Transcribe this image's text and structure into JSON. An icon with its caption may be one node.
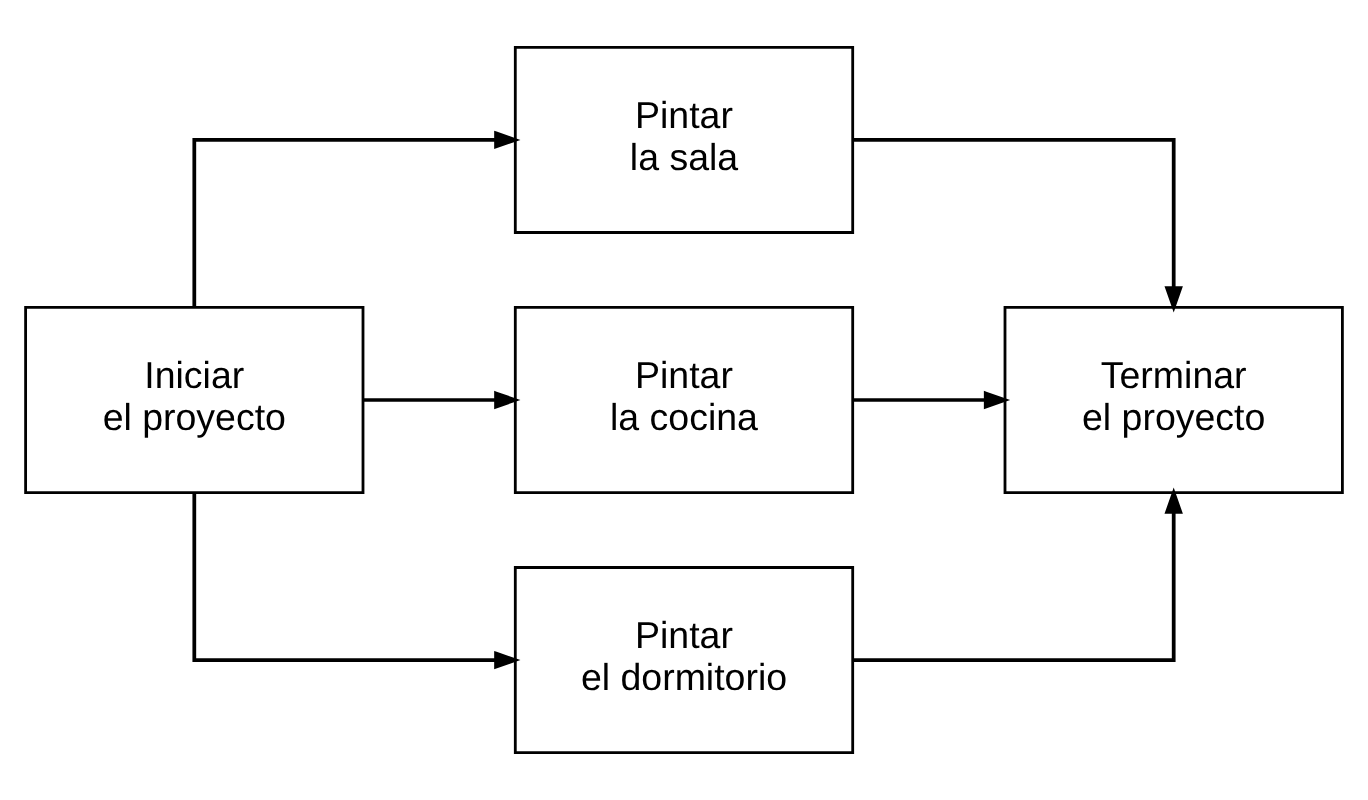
{
  "diagram": {
    "nodes": [
      {
        "text": [
          "Iniciar el proyecto"
        ]
      },
      {
        "text": [
          "Pintar la sala"
        ]
      },
      {
        "text": [
          "Pintar la cocina"
        ]
      },
      {
        "text": [
          "Pintar el dormitorio"
        ]
      },
      {
        "text": [
          "Terminar el proyecto"
        ]
      }
    ],
    "edges": [
      {
        "from": 0,
        "to": 1,
        "arrow": "to"
      },
      {
        "from": 0,
        "to": 2,
        "arrow": "to"
      },
      {
        "from": 0,
        "to": 3,
        "arrow": "to"
      },
      {
        "from": 1,
        "to": 4,
        "arrow": "to"
      },
      {
        "from": 2,
        "to": 4,
        "arrow": "to"
      },
      {
        "from": 3,
        "to": 4,
        "arrow": "to"
      }
    ]
  }
}
